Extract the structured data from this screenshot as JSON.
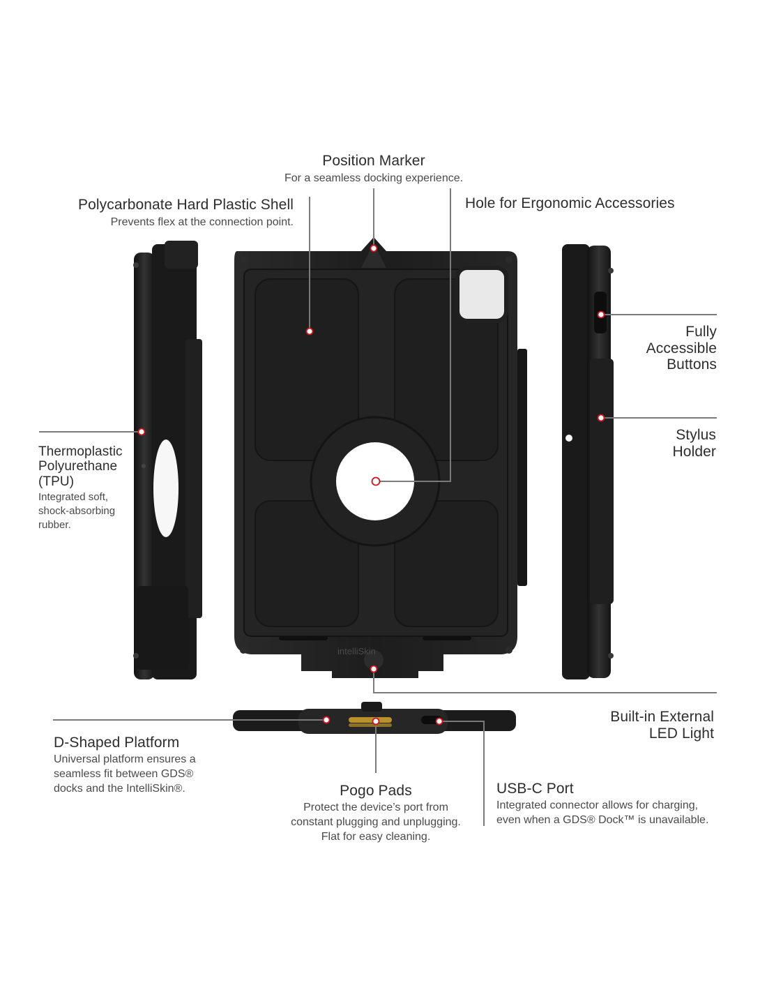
{
  "callouts": {
    "position_marker": {
      "title": "Position Marker",
      "desc": "For a seamless docking experience."
    },
    "polycarbonate_shell": {
      "title": "Polycarbonate Hard Plastic Shell",
      "desc": "Prevents flex at the connection point."
    },
    "ergonomic_hole": {
      "title": "Hole for Ergonomic Accessories"
    },
    "fully_accessible_buttons": {
      "title_lines": [
        "Fully",
        "Accessible",
        "Buttons"
      ]
    },
    "stylus_holder": {
      "title_lines": [
        "Stylus",
        "Holder"
      ]
    },
    "tpu": {
      "title_lines": [
        "Thermoplastic",
        "Polyurethane",
        "(TPU)"
      ],
      "desc_lines": [
        "Integrated soft,",
        "shock-absorbing",
        "rubber."
      ]
    },
    "led_light": {
      "title_lines": [
        "Built-in External",
        "LED Light"
      ]
    },
    "d_shaped_platform": {
      "title": "D-Shaped Platform",
      "desc_lines": [
        "Universal platform ensures a",
        "seamless fit between GDS®",
        "docks and the IntelliSkin®."
      ]
    },
    "pogo_pads": {
      "title": "Pogo Pads",
      "desc_lines": [
        "Protect the device’s port from",
        "constant plugging and unplugging.",
        "Flat for easy cleaning."
      ]
    },
    "usb_c_port": {
      "title": "USB-C Port",
      "desc_lines": [
        "Integrated connector allows for charging,",
        "even when a GDS® Dock™ is unavailable."
      ]
    }
  },
  "product": {
    "logo_text": "intelliSkin"
  },
  "colors": {
    "marker": "#d0121b",
    "leader": "#7a7a7a",
    "case": "#1c1c1c"
  }
}
